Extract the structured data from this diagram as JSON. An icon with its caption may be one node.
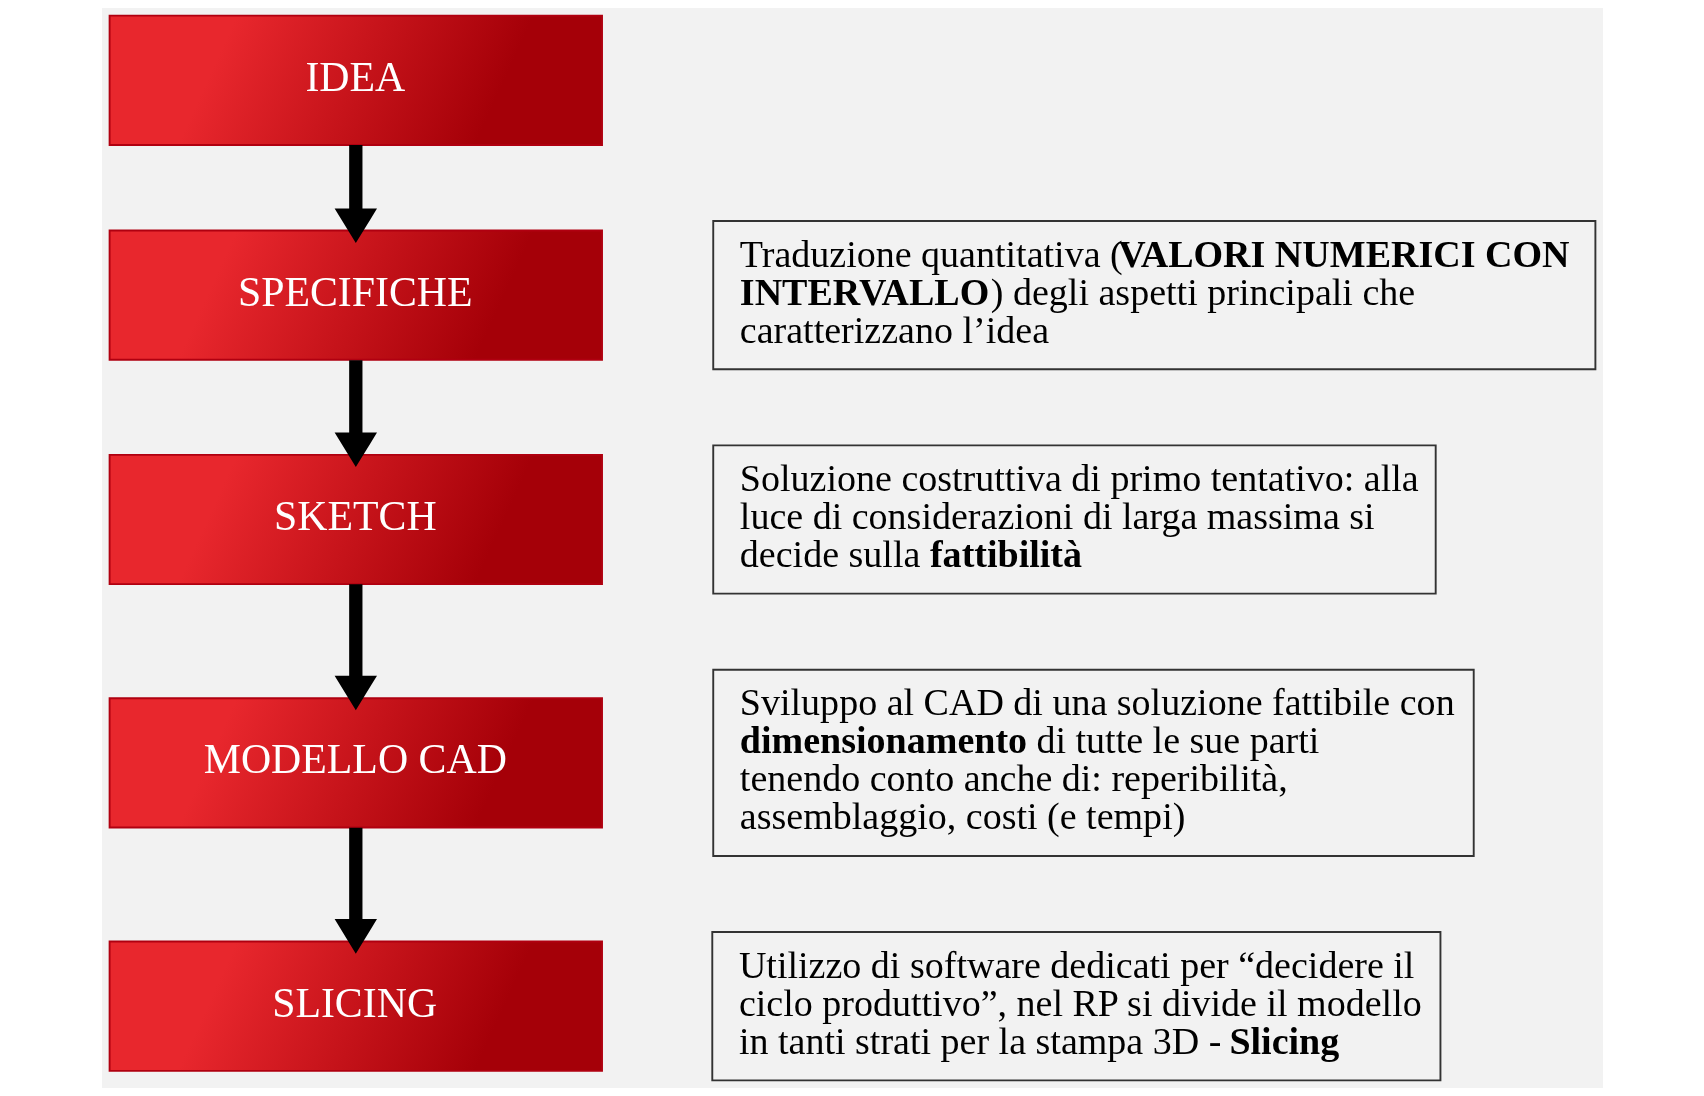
{
  "diagram": {
    "nodes": [
      {
        "text": [
          "IDEA"
        ]
      },
      {
        "text": [
          "SPECIFICHE"
        ]
      },
      {
        "text": [
          "SKETCH"
        ]
      },
      {
        "text": [
          "MODELLO CAD"
        ]
      },
      {
        "text": [
          "SLICING"
        ]
      },
      {
        "text": [
          "Traduzione quantitativa (**VALORI NUMERICI CON INTERVALLO**) degli aspetti principali che caratterizzano l’idea"
        ]
      },
      {
        "text": [
          "Soluzione costruttiva di primo tentativo: alla luce di considerazioni di larga massima si decide sulla **fattibilità**"
        ]
      },
      {
        "text": [
          "Sviluppo al CAD di una soluzione fattibile con **dimensionamento** di tutte le sue parti tenendo conto anche di: reperibilità, assemblaggio, costi (e tempi)"
        ]
      },
      {
        "text": [
          "Utilizzo di software dedicati per “decidere il ciclo produttivo”, nel RP si divide il modello in tanti strati per la stampa 3D - **Slicing**"
        ]
      }
    ],
    "edges": [
      {
        "from": 0,
        "to": 1,
        "arrow": "to"
      },
      {
        "from": 1,
        "to": 2,
        "arrow": "to"
      },
      {
        "from": 2,
        "to": 3,
        "arrow": "to"
      },
      {
        "from": 3,
        "to": 4,
        "arrow": "to"
      }
    ]
  }
}
